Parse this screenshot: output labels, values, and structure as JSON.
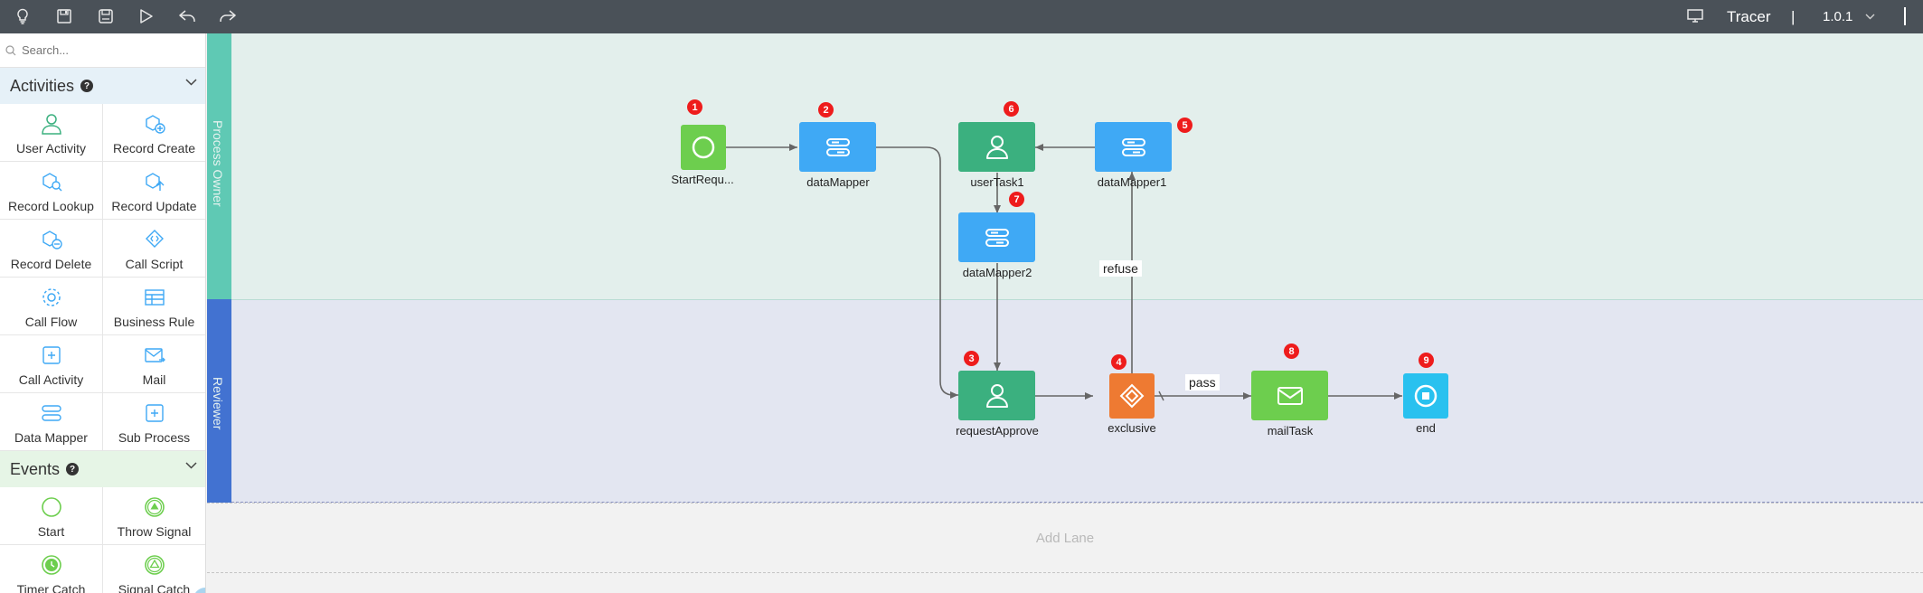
{
  "toolbar": {
    "tools": [
      {
        "icon": "lightbulb-icon"
      },
      {
        "icon": "save-icon"
      },
      {
        "icon": "save-as-icon"
      },
      {
        "icon": "run-icon"
      },
      {
        "icon": "undo-icon"
      },
      {
        "icon": "redo-icon"
      }
    ],
    "monitor_icon": "monitor-icon",
    "tracer_label": "Tracer",
    "version": "1.0.1",
    "separator": "|"
  },
  "sidebar": {
    "search_placeholder": "Search...",
    "activities": {
      "title": "Activities",
      "help": "?",
      "items": [
        {
          "label": "User Activity",
          "icon": "user-icon"
        },
        {
          "label": "Record Create",
          "icon": "record-create-icon"
        },
        {
          "label": "Record Lookup",
          "icon": "record-lookup-icon"
        },
        {
          "label": "Record Update",
          "icon": "record-update-icon"
        },
        {
          "label": "Record Delete",
          "icon": "record-delete-icon"
        },
        {
          "label": "Call Script",
          "icon": "call-script-icon"
        },
        {
          "label": "Call Flow",
          "icon": "gear-icon"
        },
        {
          "label": "Business Rule",
          "icon": "table-icon"
        },
        {
          "label": "Call Activity",
          "icon": "plus-square-icon"
        },
        {
          "label": "Mail",
          "icon": "mail-icon"
        },
        {
          "label": "Data Mapper",
          "icon": "data-mapper-icon"
        },
        {
          "label": "Sub Process",
          "icon": "plus-square-icon"
        }
      ]
    },
    "events": {
      "title": "Events",
      "help": "?",
      "items": [
        {
          "label": "Start",
          "icon": "start-circle-icon"
        },
        {
          "label": "Throw Signal",
          "icon": "throw-signal-icon"
        },
        {
          "label": "Timer Catch",
          "icon": "timer-icon"
        },
        {
          "label": "Signal Catch",
          "icon": "signal-catch-icon"
        }
      ]
    }
  },
  "canvas": {
    "lanes": [
      {
        "title": "Process Owner",
        "head_color": "#5fc9b4",
        "body_color": "#e3efec"
      },
      {
        "title": "Reviewer",
        "head_color": "#4272d1",
        "body_color": "#e3e6f1"
      }
    ],
    "add_lane_label": "Add Lane",
    "nodes": [
      {
        "id": "start",
        "label": "StartRequ...",
        "badge": "1",
        "kind": "start-event",
        "color": "#6dce4e"
      },
      {
        "id": "dataMapper",
        "label": "dataMapper",
        "badge": "2",
        "kind": "data-mapper",
        "color": "#3fa9f5"
      },
      {
        "id": "requestApprove",
        "label": "requestApprove",
        "badge": "3",
        "kind": "user-task",
        "color": "#3bb07f"
      },
      {
        "id": "exclusive",
        "label": "exclusive",
        "badge": "4",
        "kind": "gateway",
        "color": "#ee7a32"
      },
      {
        "id": "dataMapper1",
        "label": "dataMapper1",
        "badge": "5",
        "kind": "data-mapper",
        "color": "#3fa9f5"
      },
      {
        "id": "userTask1",
        "label": "userTask1",
        "badge": "6",
        "kind": "user-task",
        "color": "#3bb07f"
      },
      {
        "id": "dataMapper2",
        "label": "dataMapper2",
        "badge": "7",
        "kind": "data-mapper",
        "color": "#3fa9f5"
      },
      {
        "id": "mailTask",
        "label": "mailTask",
        "badge": "8",
        "kind": "mail-task",
        "color": "#6dce4e"
      },
      {
        "id": "end",
        "label": "end",
        "badge": "9",
        "kind": "end-event",
        "color": "#29c1ef"
      }
    ],
    "flow_labels": {
      "refuse": "refuse",
      "pass": "pass"
    }
  }
}
